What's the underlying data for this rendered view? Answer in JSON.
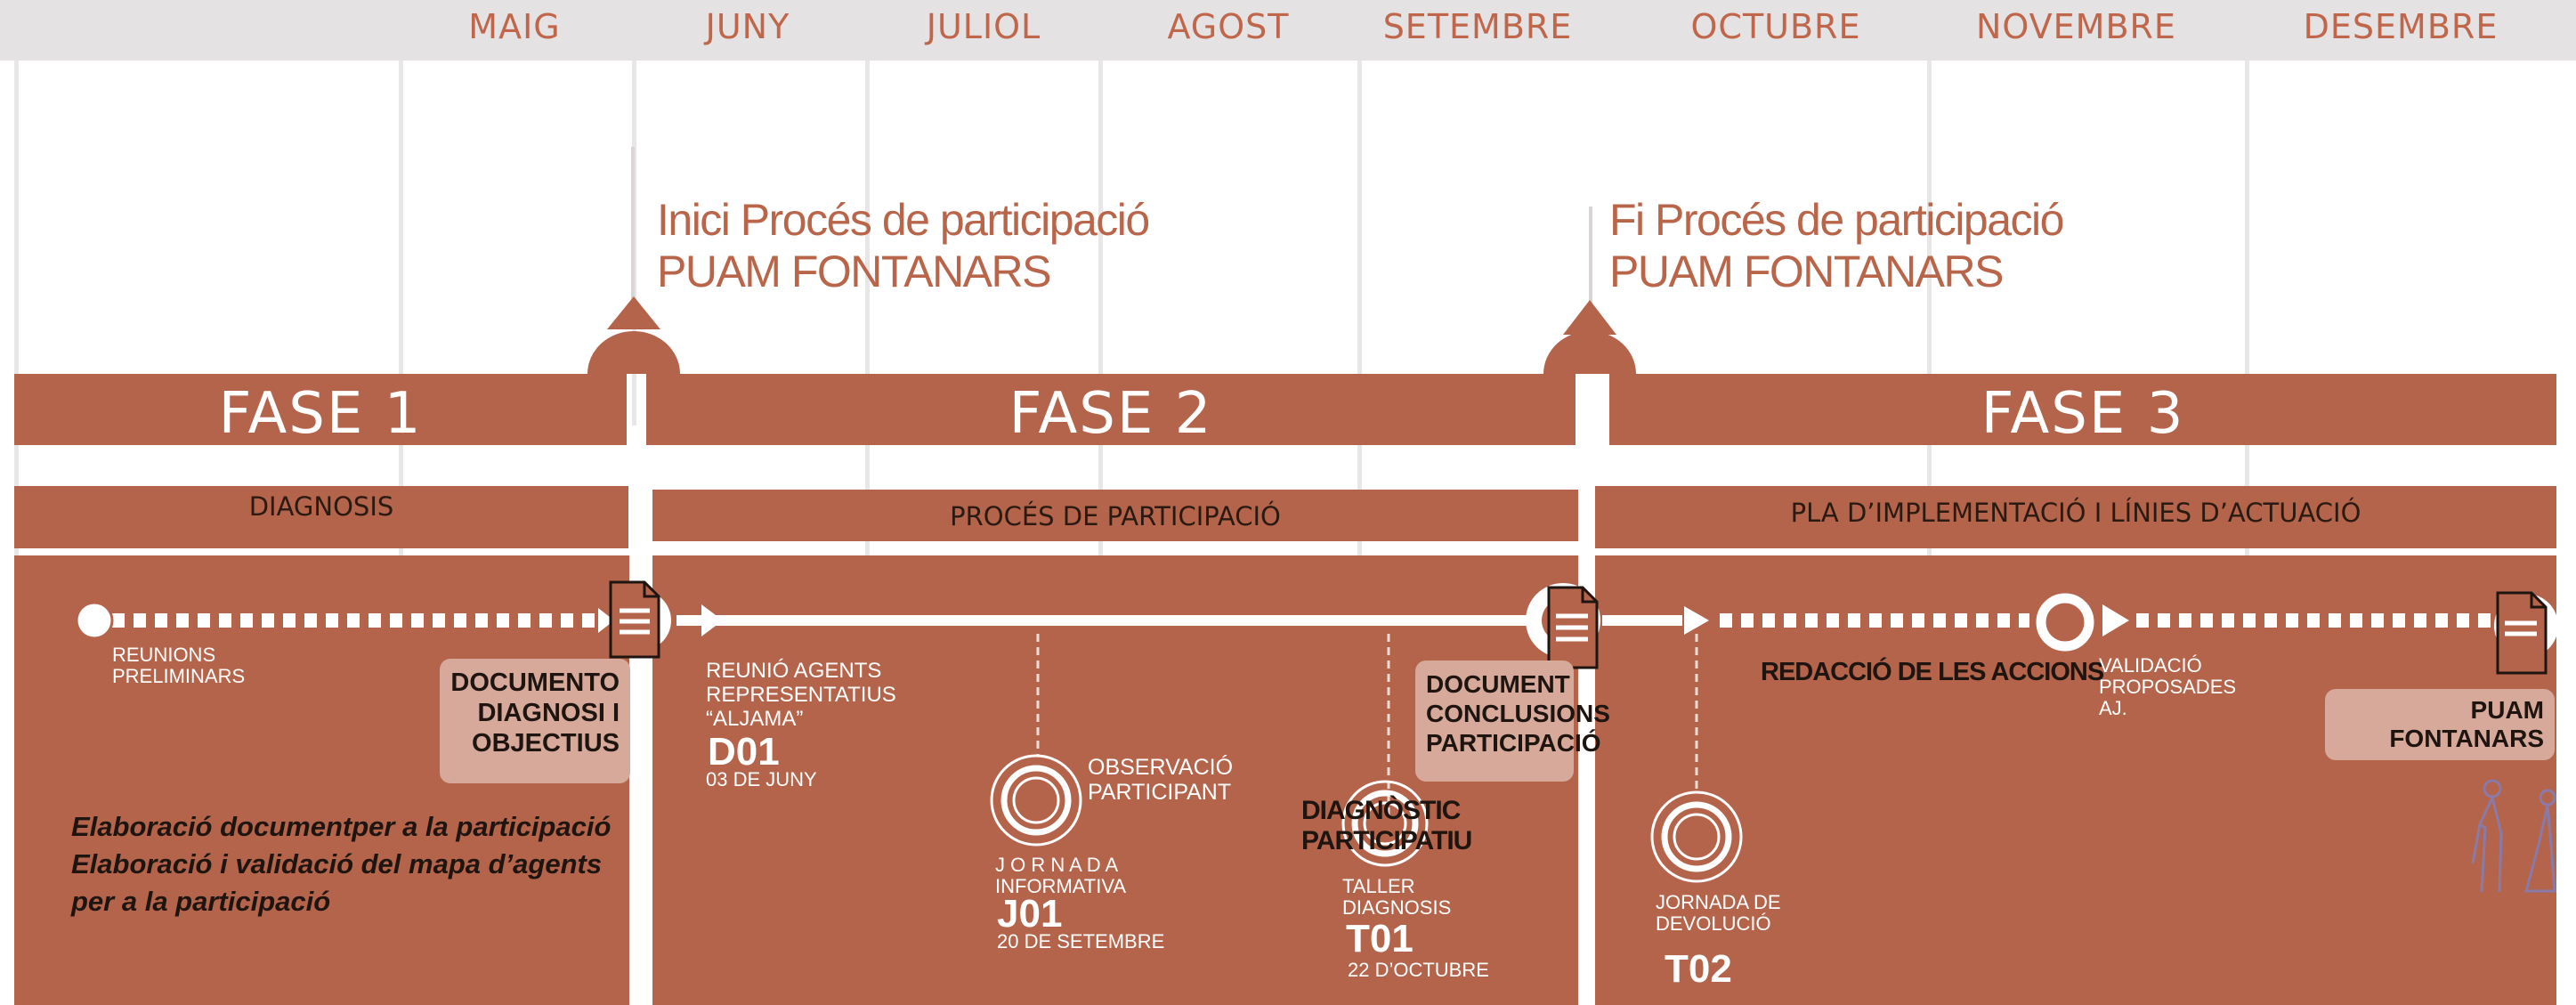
{
  "months": [
    "MAIG",
    "JUNY",
    "JULIOL",
    "AGOST",
    "SETEMBRE",
    "OCTUBRE",
    "NOVEMBRE",
    "DESEMBRE"
  ],
  "milestones": {
    "start": {
      "line1": "Inici Procés de participació",
      "line2": "PUAM FONTANARS"
    },
    "end": {
      "line1": "Fi Procés de participació",
      "line2": "PUAM FONTANARS"
    }
  },
  "phases": {
    "phase1": "FASE 1",
    "phase2": "FASE 2",
    "phase3": "FASE 3"
  },
  "subphases": {
    "diagnosis": "DIAGNOSIS",
    "participation": "PROCÉS DE PARTICIPACIÓ",
    "implementation": "PLA D’IMPLEMENTACIÓ I LÍNIES D’ACTUACIÓ"
  },
  "events": {
    "reunions": {
      "line1": "REUNIONS",
      "line2": "PRELIMINARS"
    },
    "doc_diagnosi": {
      "line1": "DOCUMENTO",
      "line2": "DIAGNOSI I",
      "line3": "OBJECTIUS"
    },
    "reunio_agents": {
      "line1": "REUNIÓ AGENTS",
      "line2": "REPRESENTATIUS",
      "line3": "“ALJAMA”",
      "code": "D01",
      "date": "03 DE JUNY"
    },
    "observacio": {
      "line1": "OBSERVACIÓ",
      "line2": "PARTICIPANT"
    },
    "jornada_informativa": {
      "line1": "J O R N A D A",
      "line2": "INFORMATIVA",
      "code": "J01",
      "date": "20 DE SETEMBRE"
    },
    "diagnostic": {
      "line1": "DIAGNÒSTIC",
      "line2": "PARTICIPATIU"
    },
    "taller": {
      "line1": "TALLER",
      "line2": "DIAGNOSIS",
      "code": "T01",
      "date": "22 D’OCTUBRE"
    },
    "doc_conclusions": {
      "line1": "DOCUMENT",
      "line2": "CONCLUSIONS",
      "line3": "PARTICIPACIÓ"
    },
    "redaccio": "REDACCIÓ DE LES ACCIONS",
    "validacio": {
      "line1": "VALIDACIÓ",
      "line2": "PROPOSADES",
      "line3": "AJ."
    },
    "jornada_devolucio": {
      "line1": "JORNADA DE",
      "line2": "DEVOLUCIÓ",
      "code": "T02"
    },
    "puam": {
      "line1": "PUAM",
      "line2": "FONTANARS"
    }
  },
  "phase1_notes": [
    "Elaboració documentper a la participació",
    "Elaboració i validació del mapa d’agents",
    "per a la participació"
  ],
  "colors": {
    "brand": "#b4644a",
    "title": "#c0664b",
    "box": "#d6a99a",
    "grey_bar": "#e4e2e2"
  }
}
